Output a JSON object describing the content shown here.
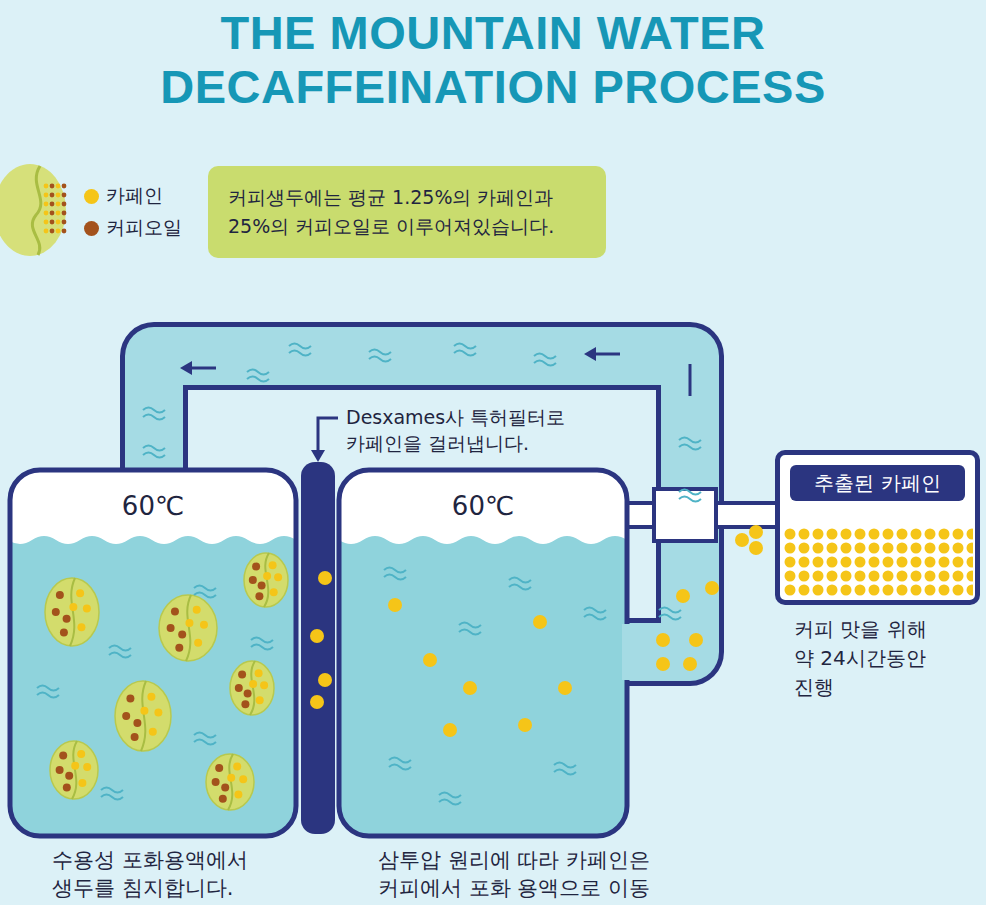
{
  "diagram": {
    "title": "THE MOUNTAIN WATER DECAFFEINATION PROCESS",
    "nodes": [
      {
        "text": [
          "커피생두에는 평균 1.25%의 카페인과 25%의 커피오일로 이루어져있습니다."
        ]
      },
      {
        "text": [
          "60℃",
          "수용성 포화용액에서 생두를 침지합니다."
        ]
      },
      {
        "text": [
          "60℃",
          "삼투압 원리에 따라 카페인은 커피에서 포화 용액으로 이동"
        ]
      },
      {
        "text": [
          "추출된 카페인",
          "커피 맛을 위해 약 24시간동안 진행"
        ]
      }
    ],
    "edges": [
      {
        "from": 2,
        "to": 1,
        "arrow": "to"
      },
      {
        "from": 2,
        "to": 3,
        "arrow": "none"
      }
    ],
    "labels": [
      "Desxames사 특허필터로 카페인을 걸러냅니다."
    ],
    "legend": [
      {
        "text": "카페인",
        "color": "#f5c518"
      },
      {
        "text": "커피오일",
        "color": "#a3521c"
      }
    ]
  }
}
